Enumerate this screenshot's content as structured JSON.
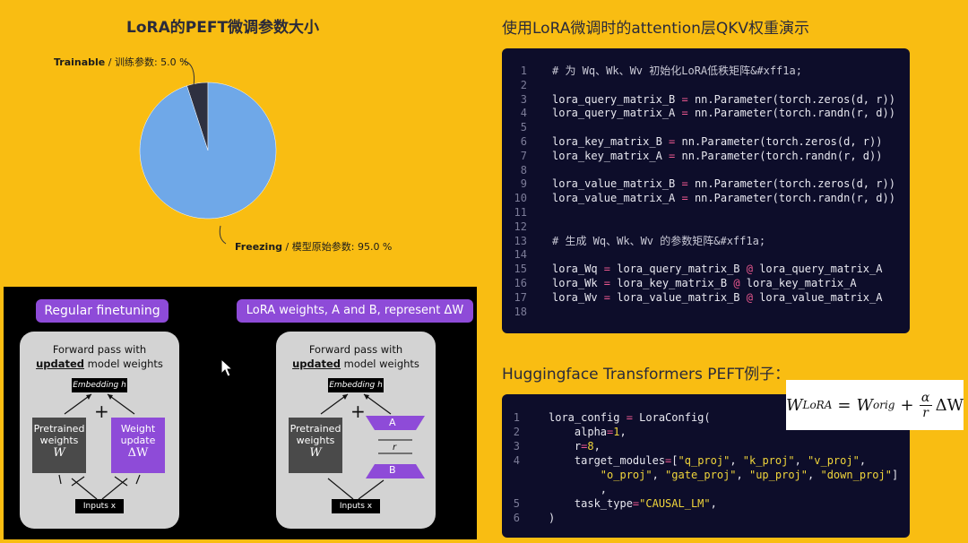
{
  "pie_title": "LoRA的PEFT微调参数大小",
  "code1_title": "使用LoRA微调时的attention层QKV权重演示",
  "code2_title": "Huggingface Transformers PEFT例子：",
  "colors": {
    "background": "#f9bd12",
    "freeze": "#6fa8e8",
    "train": "#2e3040",
    "accent": "#8e4bd8"
  },
  "chart_data": {
    "type": "pie",
    "title": "LoRA的PEFT微调参数大小",
    "slices": [
      {
        "name": "Trainable / 训练参数",
        "value": 5.0,
        "label": "5.0 %"
      },
      {
        "name": "Freezing / 模型原始参数",
        "value": 95.0,
        "label": "95.0 %"
      }
    ],
    "labels": [
      {
        "bold": "Trainable",
        "rest": " / 训练参数: 5.0 %"
      },
      {
        "bold": "Freezing",
        "rest": " / 模型原始参数: 95.0 %"
      }
    ]
  },
  "diagram": {
    "left_pill": "Regular finetuning",
    "right_pill": "LoRA weights, A and B, represent ΔW",
    "forward_line1": "Forward pass with",
    "forward_updated": "updated",
    "forward_rest": " model weights",
    "embedding": "Embedding h",
    "pretrained": "Pretrained weights",
    "pretrained_symbol": "W",
    "weight_update": "Weight update",
    "weight_update_symbol": "ΔW",
    "plus": "+",
    "inputs": "Inputs x",
    "matrix_a": "A",
    "matrix_b": "B",
    "rank": "r"
  },
  "code1": [
    {
      "n": "1",
      "t": "# 为 Wq、Wk、Wv 初始化LoRA低秩矩阵&#xff1a;",
      "c": "cm"
    },
    {
      "n": "2",
      "t": ""
    },
    {
      "n": "3",
      "a": "lora_query_matrix_B",
      "b": "nn.Parameter(torch.zeros(d, r))"
    },
    {
      "n": "4",
      "a": "lora_query_matrix_A",
      "b": "nn.Parameter(torch.randn(r, d))"
    },
    {
      "n": "5",
      "t": ""
    },
    {
      "n": "6",
      "a": "lora_key_matrix_B",
      "b": "nn.Parameter(torch.zeros(d, r))"
    },
    {
      "n": "7",
      "a": "lora_key_matrix_A",
      "b": "nn.Parameter(torch.randn(r, d))"
    },
    {
      "n": "8",
      "t": ""
    },
    {
      "n": "9",
      "a": "lora_value_matrix_B",
      "b": "nn.Parameter(torch.zeros(d, r))"
    },
    {
      "n": "10",
      "a": "lora_value_matrix_A",
      "b": "nn.Parameter(torch.randn(r, d))"
    },
    {
      "n": "11",
      "t": ""
    },
    {
      "n": "12",
      "t": ""
    },
    {
      "n": "13",
      "t": "# 生成 Wq、Wk、Wv 的参数矩阵&#xff1a;",
      "c": "cm"
    },
    {
      "n": "14",
      "t": ""
    },
    {
      "n": "15",
      "a": "lora_Wq",
      "b": "lora_query_matrix_B",
      "m": "lora_query_matrix_A"
    },
    {
      "n": "16",
      "a": "lora_Wk",
      "b": "lora_key_matrix_B",
      "m": "lora_key_matrix_A"
    },
    {
      "n": "17",
      "a": "lora_Wv",
      "b": "lora_value_matrix_B",
      "m": "lora_value_matrix_A"
    },
    {
      "n": "18",
      "t": ""
    }
  ],
  "code2": [
    {
      "n": "1",
      "html": "lora_config <span class='op'>=</span> LoraConfig("
    },
    {
      "n": "2",
      "html": "    alpha<span class='op'>=</span><span class='num'>1</span>,"
    },
    {
      "n": "3",
      "html": "    r<span class='op'>=</span><span class='num'>8</span>,"
    },
    {
      "n": "4",
      "html": "    target_modules<span class='op'>=</span>[<span class='str'>\"q_proj\"</span>, <span class='str'>\"k_proj\"</span>, <span class='str'>\"v_proj\"</span>,"
    },
    {
      "n": "",
      "html": "        <span class='str'>\"o_proj\"</span>, <span class='str'>\"gate_proj\"</span>, <span class='str'>\"up_proj\"</span>, <span class='str'>\"down_proj\"</span>]"
    },
    {
      "n": "",
      "html": "        ,"
    },
    {
      "n": "5",
      "html": "    task_type<span class='op'>=</span><span class='str'>\"CAUSAL_LM\"</span>,"
    },
    {
      "n": "6",
      "html": ")"
    }
  ],
  "formula": {
    "lhs": "W",
    "lhs_sub": "LoRA",
    "orig": "W",
    "orig_sub": "orig",
    "frac_num": "α",
    "frac_den": "r",
    "delta": "ΔW"
  }
}
